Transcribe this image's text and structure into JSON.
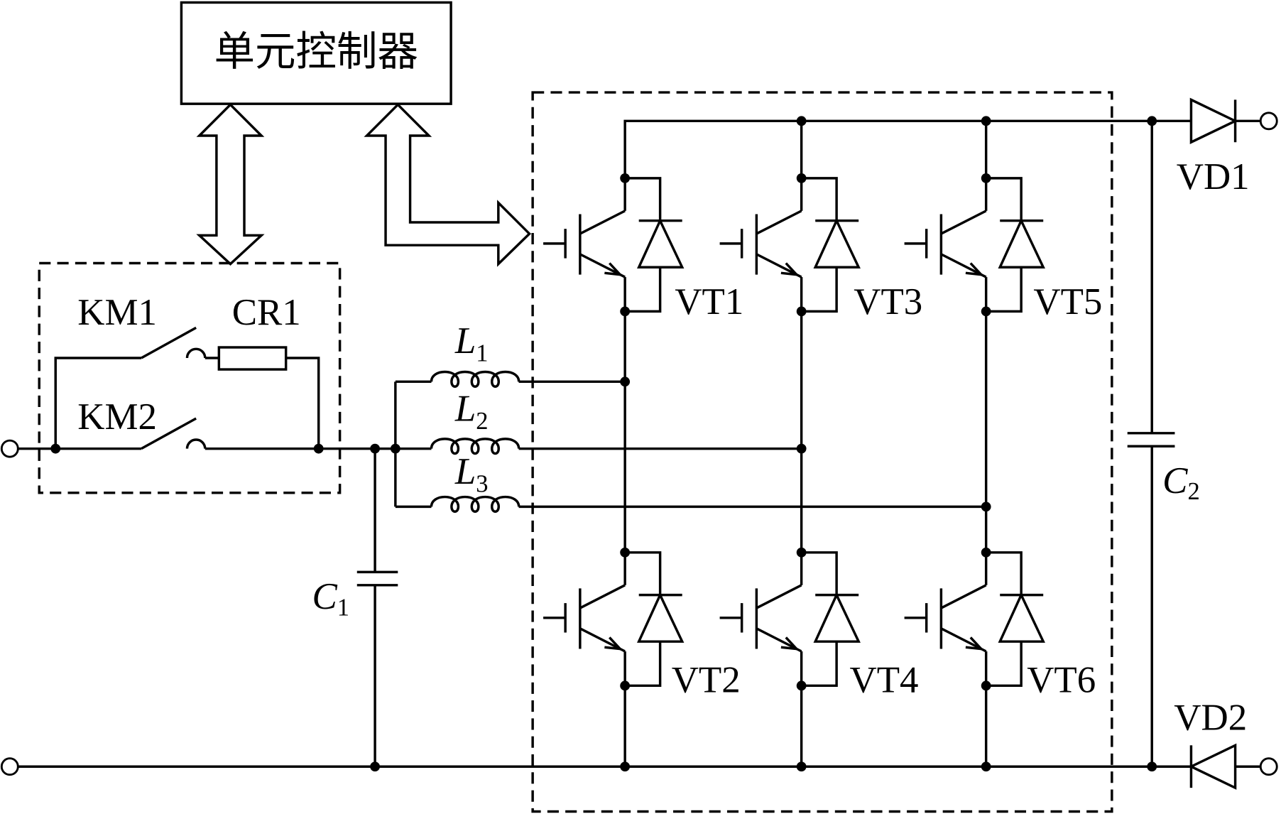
{
  "controller": {
    "label": "单元控制器"
  },
  "precharge": {
    "km1": "KM1",
    "cr1": "CR1",
    "km2": "KM2"
  },
  "filter": {
    "l1": {
      "symbol": "L",
      "sub": "1"
    },
    "l2": {
      "symbol": "L",
      "sub": "2"
    },
    "l3": {
      "symbol": "L",
      "sub": "3"
    },
    "c1": {
      "symbol": "C",
      "sub": "1"
    }
  },
  "bridge": {
    "vt1": "VT1",
    "vt2": "VT2",
    "vt3": "VT3",
    "vt4": "VT4",
    "vt5": "VT5",
    "vt6": "VT6"
  },
  "dc_link": {
    "c2": {
      "symbol": "C",
      "sub": "2"
    }
  },
  "output": {
    "vd1": "VD1",
    "vd2": "VD2"
  }
}
